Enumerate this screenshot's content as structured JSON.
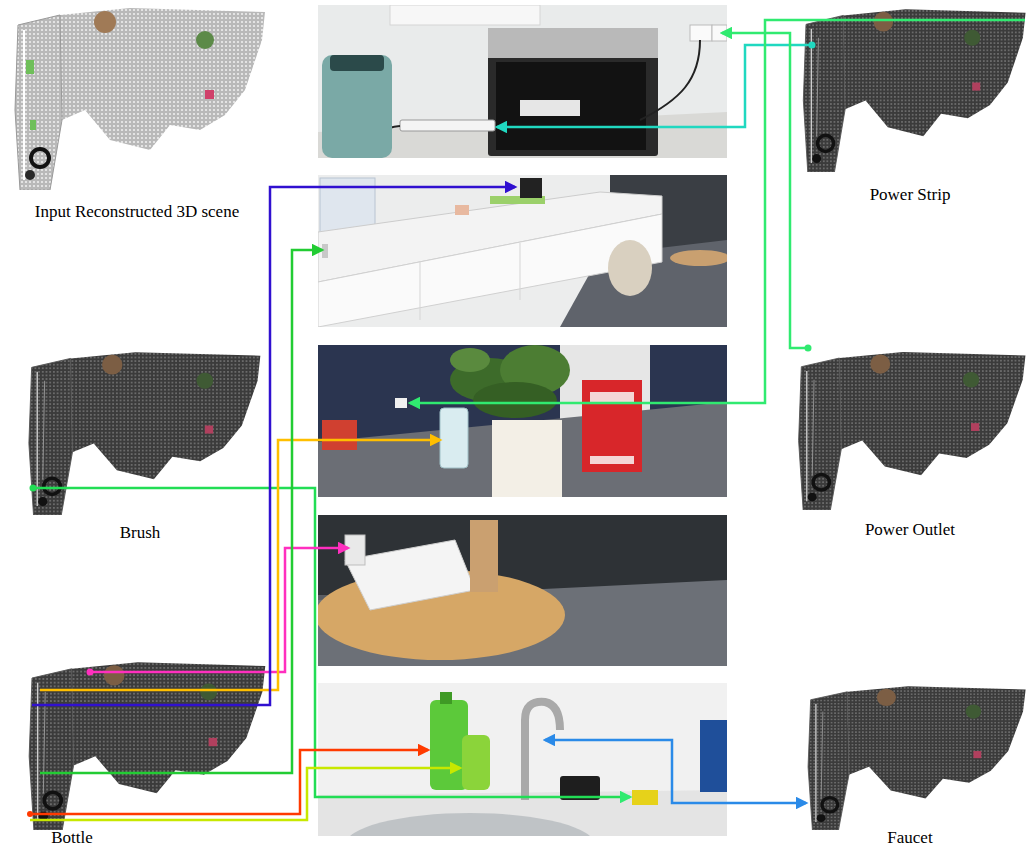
{
  "diagram": {
    "nodes": [
      {
        "text": [
          "Input Reconstructed 3D scene"
        ]
      },
      {
        "text": [
          "Power Strip"
        ]
      },
      {
        "text": [
          "Brush"
        ]
      },
      {
        "text": [
          "Power Outlet"
        ]
      },
      {
        "text": [
          "Bottle"
        ]
      },
      {
        "text": [
          "Faucet"
        ]
      }
    ]
  }
}
